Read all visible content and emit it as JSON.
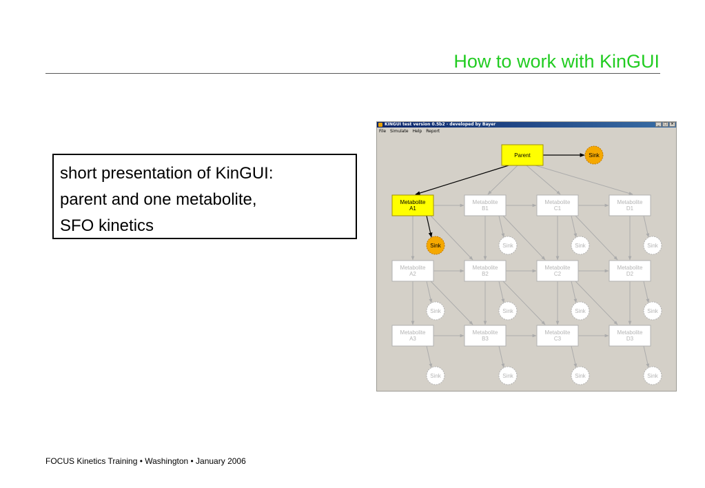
{
  "slide": {
    "title": "How to work with KinGUI",
    "text_lines": [
      "short presentation of KinGUI:",
      "parent and one metabolite,",
      "SFO kinetics"
    ],
    "footer": "FOCUS Kinetics Training • Washington • January 2006"
  },
  "window": {
    "title": "KINGUI test version 0.5b2 - developed by Bayer",
    "menu": [
      "File",
      "Simulate",
      "Help",
      "Report"
    ],
    "buttons": {
      "minimize": "_",
      "maximize": "□",
      "close": "×"
    }
  },
  "diagram": {
    "parent": {
      "label": "Parent",
      "active": true
    },
    "parent_sink": {
      "label": "Sink",
      "active": true
    },
    "node_prefix": "Metabolite",
    "sink_label": "Sink",
    "columns": [
      "A",
      "B",
      "C",
      "D"
    ],
    "rows": [
      "1",
      "2",
      "3"
    ],
    "active_metabolites": [
      "A1"
    ],
    "colors": {
      "active_fill": "#ffff00",
      "active_border": "#a09000",
      "sink_active": "#f5a800",
      "inactive_text": "#b4b4b4",
      "inactive_border": "#b0b0b0",
      "arrow_active": "#000000",
      "arrow_inactive": "#ababab"
    }
  }
}
